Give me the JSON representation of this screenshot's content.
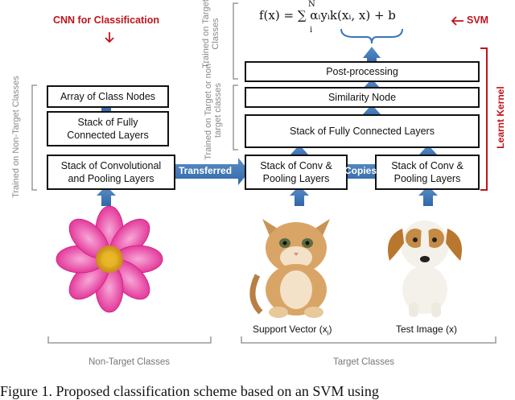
{
  "figure": {
    "cnn_title": "CNN for Classification",
    "svm_title": "SVM",
    "learnt_kernel_label": "Learnt Kernel",
    "formula_text": "f(x) = ∑ αᵢyᵢk(xᵢ, x) + b",
    "formula_sum_upper": "N",
    "formula_sum_lower": "i",
    "left_stack": {
      "array_nodes": "Array of Class Nodes",
      "fully_connected": "Stack of Fully Connected Layers",
      "conv_pool": "Stack of Convolutional and Pooling Layers"
    },
    "right_stack": {
      "post_processing": "Post-processing",
      "similarity_node": "Similarity Node",
      "fully_connected": "Stack of Fully Connected Layers",
      "conv_pool_support": "Stack of Conv & Pooling Layers",
      "conv_pool_test": "Stack of Conv & Pooling Layers"
    },
    "arrows": {
      "transferred": "Transferred",
      "copies": "Copies"
    },
    "side_labels": {
      "non_target": "Trained on Non-Target Classes",
      "target_or_non_target": "Trained on Target or non-target classes",
      "target": "Trained on Target Classes"
    },
    "photo_labels": {
      "support_vector": "Support Vector (x",
      "support_vector_sub": "i",
      "support_vector_close": ")",
      "test_image": "Test Image (x)"
    },
    "group_labels": {
      "non_target": "Non-Target Classes",
      "target": "Target Classes"
    },
    "caption": "Figure 1. Proposed classification scheme based on an SVM using"
  }
}
